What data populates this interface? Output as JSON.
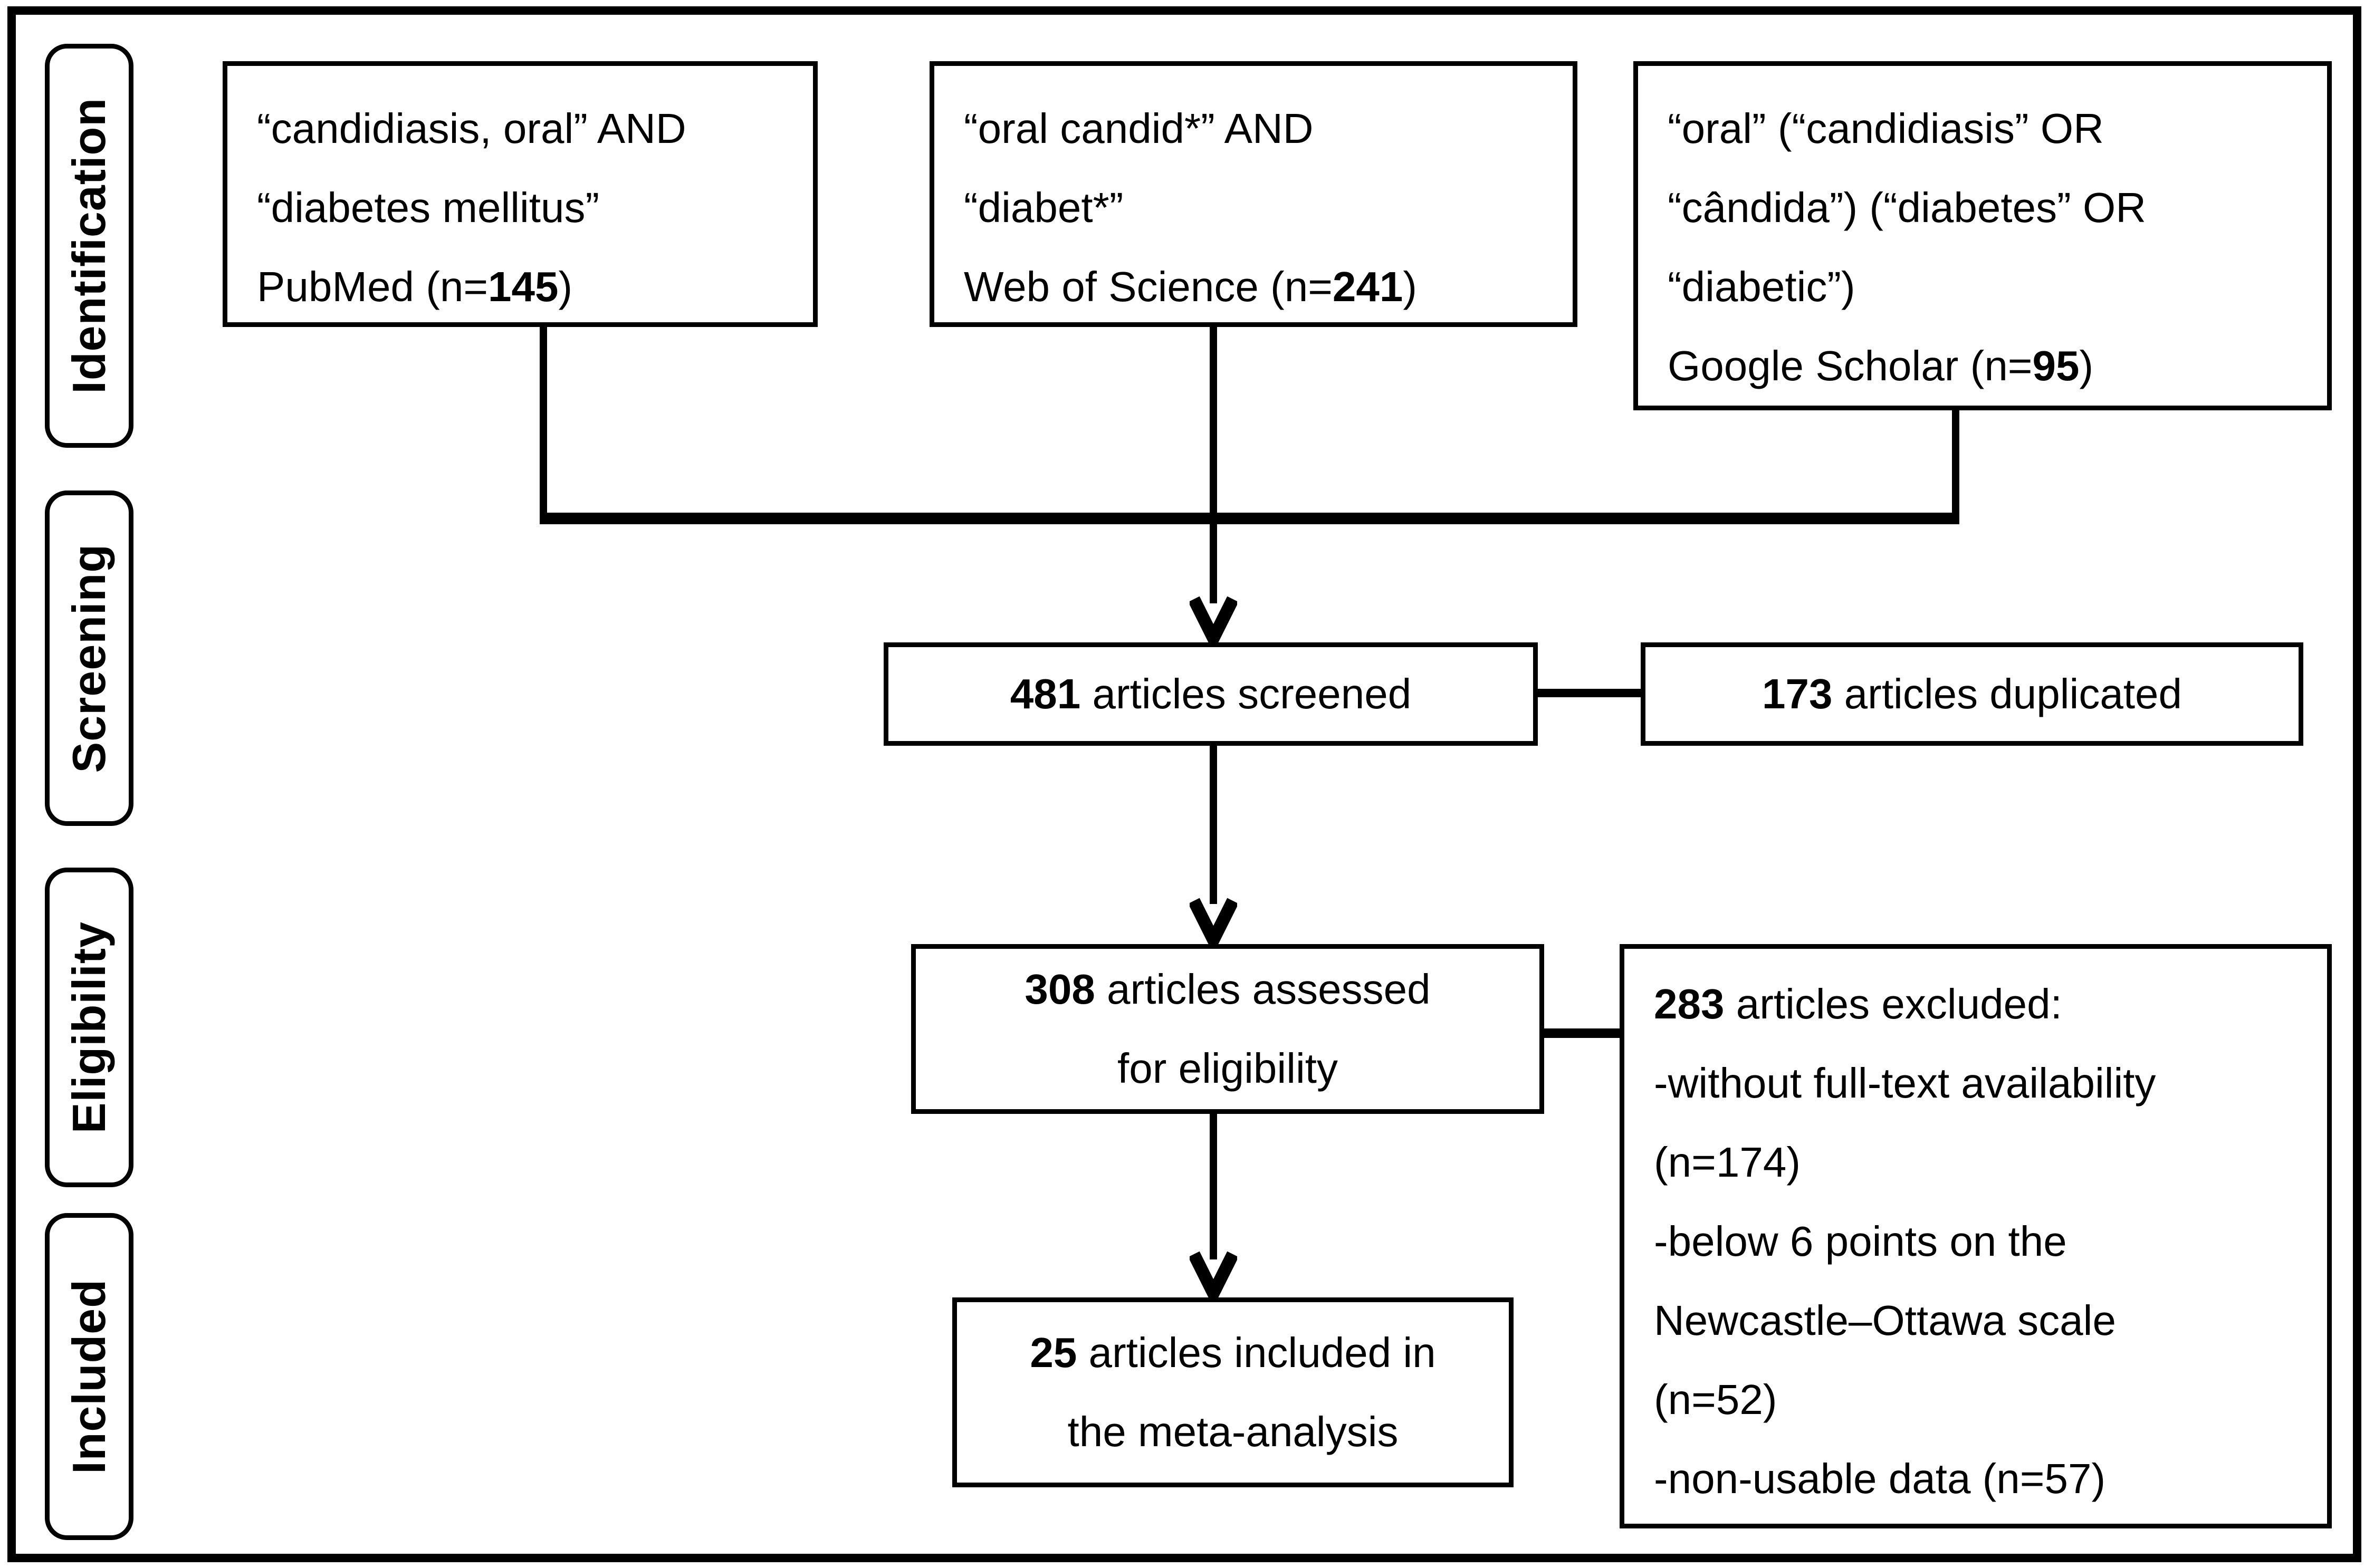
{
  "page": {
    "background": "#ffffff",
    "ink": "#000000"
  },
  "stages": {
    "identification": "Identification",
    "screening": "Screening",
    "eligibility": "Eligibility",
    "included": "Included"
  },
  "sources": {
    "pubmed": {
      "line1": "“candidiasis, oral” AND",
      "line2": "“diabetes mellitus”",
      "line3_prefix": "PubMed (n=",
      "count": "145",
      "line3_suffix": ")"
    },
    "web_of_science": {
      "line1": "“oral candid*” AND",
      "line2": "“diabet*”",
      "line3_prefix": "Web of Science (n=",
      "count": "241",
      "line3_suffix": ")"
    },
    "google_scholar": {
      "line1": "“oral” (“candidiasis” OR",
      "line2": "“cândida”) (“diabetes” OR",
      "line3": "“diabetic”)",
      "line4_prefix": "Google Scholar (n=",
      "count": "95",
      "line4_suffix": ")"
    }
  },
  "screening": {
    "screened": {
      "count": "481",
      "label": " articles screened"
    },
    "duplicated": {
      "count": "173",
      "label": " articles duplicated"
    }
  },
  "eligibility": {
    "assessed": {
      "count": "308",
      "line1_rest": " articles assessed",
      "line2": "for eligibility"
    },
    "excluded": {
      "count": "283",
      "line1_rest": " articles excluded:",
      "line2": "-without full-text availability",
      "line3": "(n=174)",
      "line4": "-below 6 points on the",
      "line5": "Newcastle–Ottawa scale",
      "line6": "(n=52)",
      "line7": "-non-usable data (n=57)"
    }
  },
  "included": {
    "count": "25",
    "line1_rest": " articles included in",
    "line2": "the meta-analysis"
  }
}
